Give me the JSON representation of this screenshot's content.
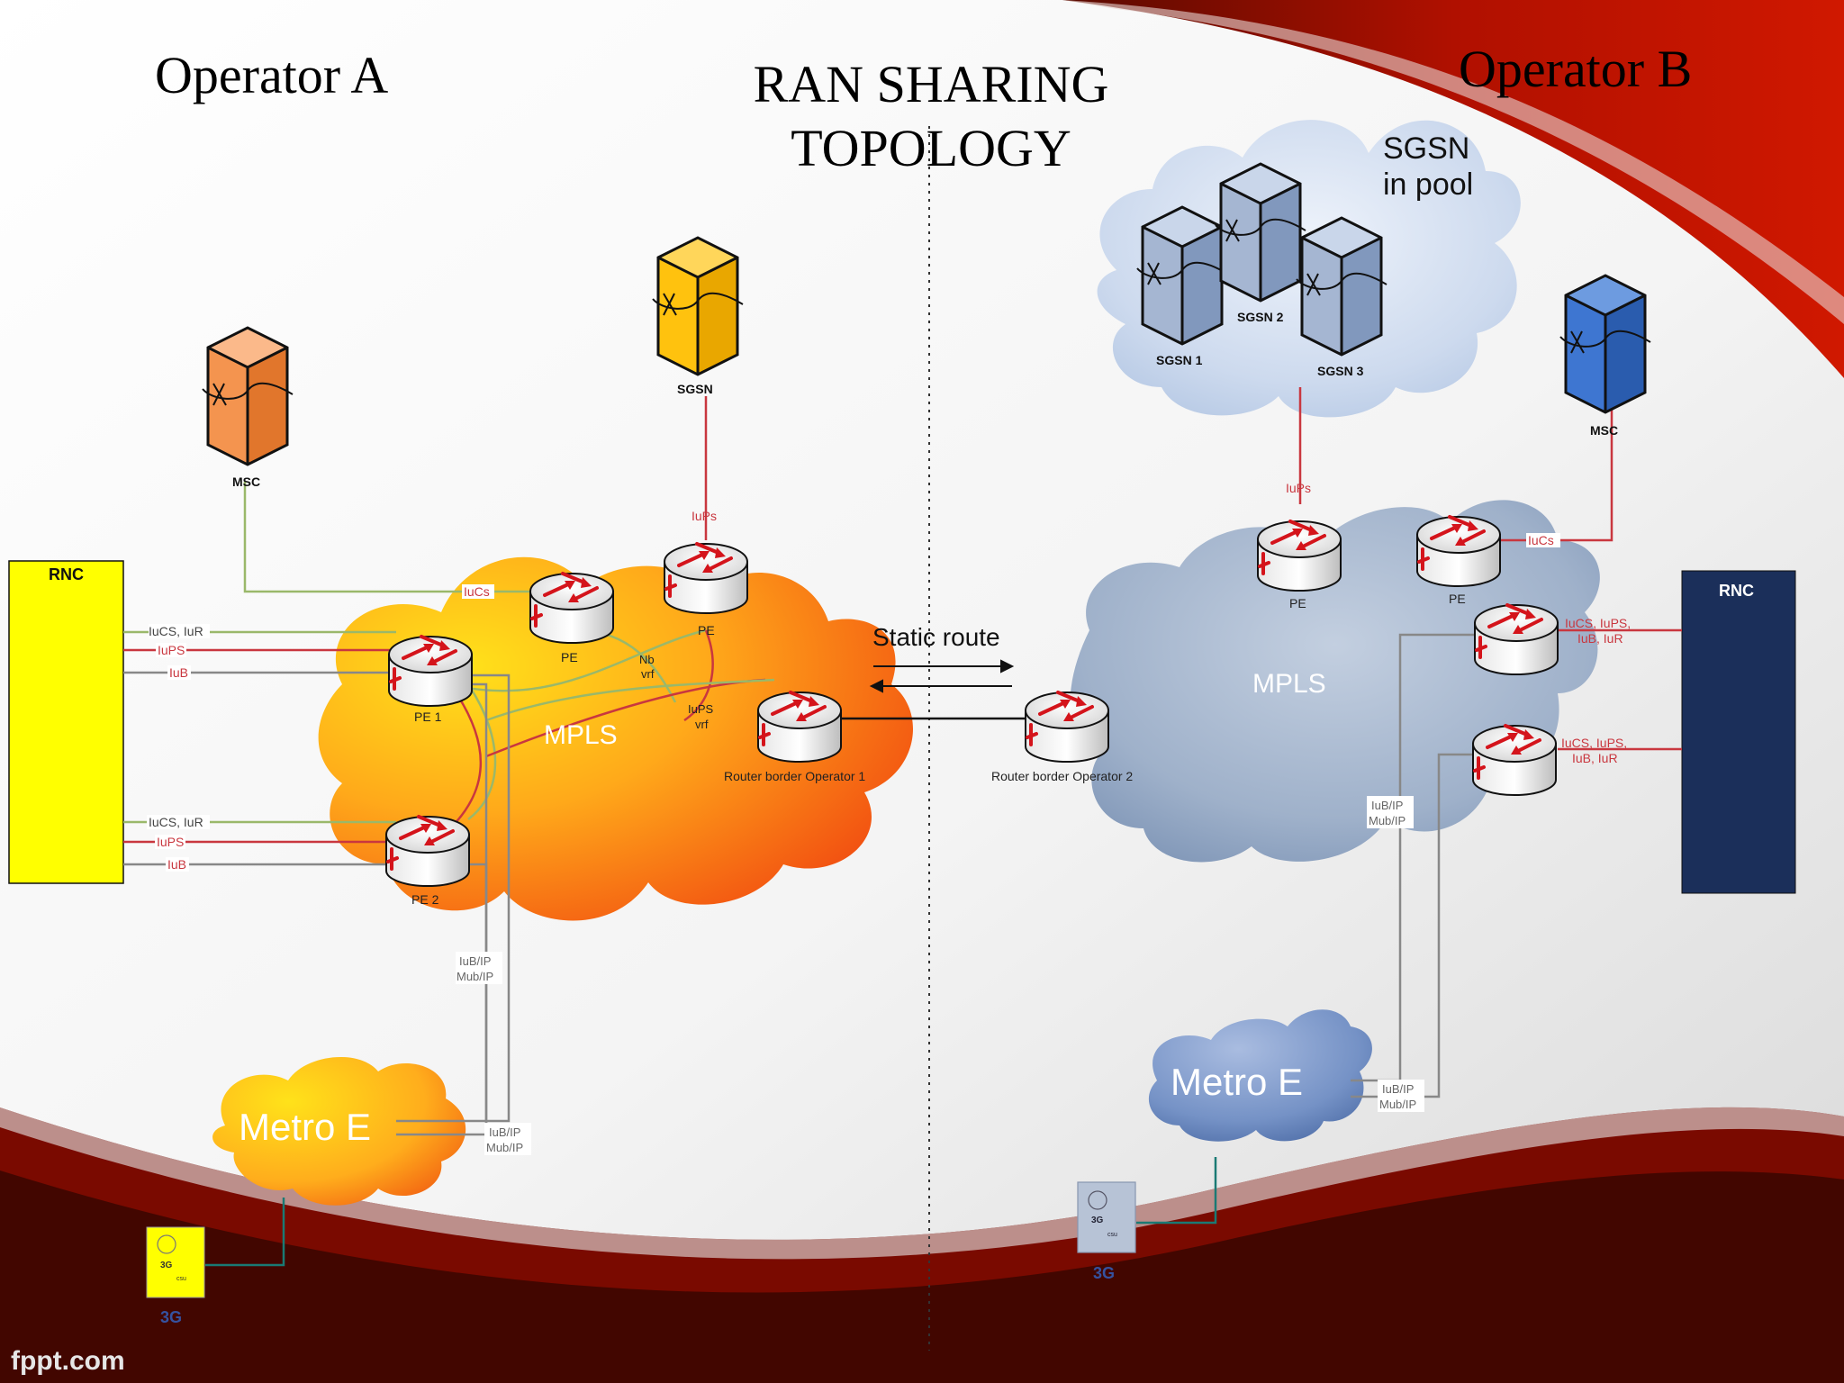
{
  "title_line1": "RAN SHARING",
  "title_line2": "TOPOLOGY",
  "operator_a": "Operator A",
  "operator_b": "Operator B",
  "watermark": "fppt.com",
  "static_route": "Static route",
  "left": {
    "rnc": "RNC",
    "msc": "MSC",
    "sgsn": "SGSN",
    "pe": "PE",
    "pe1": "PE 1",
    "pe2": "PE 2",
    "mpls": "MPLS",
    "metro": "Metro E",
    "border_router": "Router border Operator 1",
    "nb_vrf_1": "Nb",
    "nb_vrf_2": "vrf",
    "iups_vrf_1": "IuPS",
    "iups_vrf_2": "vrf",
    "link_iucs_iur": "IuCS, IuR",
    "link_iups": "IuPS",
    "link_iub": "IuB",
    "link_iucs": "IuCs",
    "link_iups_sgsn": "IuPs",
    "iubip_1": "IuB/IP",
    "mubip_1": "Mub/IP",
    "iubip_2": "IuB/IP",
    "mubip_2": "Mub/IP",
    "node_3g": "3G",
    "node_3g_box": "3G",
    "node_3g_sub": "csu"
  },
  "right": {
    "rnc": "RNC",
    "msc": "MSC",
    "sgsn_pool_1": "SGSN",
    "sgsn_pool_2": "in pool",
    "sgsn1": "SGSN 1",
    "sgsn2": "SGSN 2",
    "sgsn3": "SGSN 3",
    "pe": "PE",
    "mpls": "MPLS",
    "metro": "Metro E",
    "border_router": "Router border Operator 2",
    "link_iups": "IuPs",
    "link_iucs": "IuCs",
    "link_a_1": "IuCS, IuPS,",
    "link_a_2": "IuB, IuR",
    "link_b_1": "IuCS, IuPS,",
    "link_b_2": "IuB, IuR",
    "iubip_1": "IuB/IP",
    "mubip_1": "Mub/IP",
    "iubip_2": "IuB/IP",
    "mubip_2": "Mub/IP",
    "node_3g": "3G",
    "node_3g_box": "3G",
    "node_3g_sub": "csu"
  }
}
